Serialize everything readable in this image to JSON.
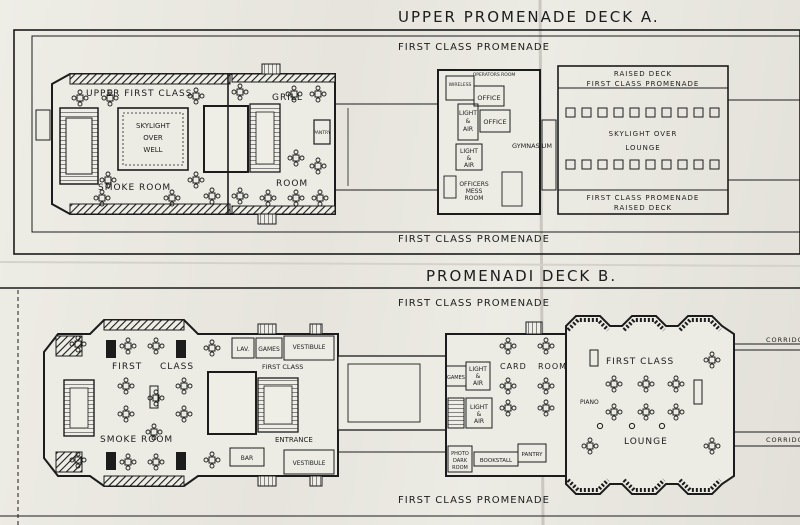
{
  "deck_a": {
    "title": "UPPER PROMENADE DECK A.",
    "promenade_top": "FIRST CLASS PROMENADE",
    "promenade_bottom": "FIRST CLASS PROMENADE",
    "smoke_room_top": "UPPER FIRST CLASS",
    "smoke_room_bottom": "SMOKE ROOM",
    "skylight_1": "SKYLIGHT",
    "skylight_2": "OVER",
    "skylight_3": "WELL",
    "grill": "GRILL",
    "grill_room": "ROOM",
    "pantry": "PANTRY",
    "wireless_1": "WIRELESS",
    "wireless_2": "OPERATORS ROOM",
    "office_1": "OFFICE",
    "office_2": "OFFICE",
    "light_air_1a": "LIGHT",
    "light_air_1b": "&",
    "light_air_1c": "AIR",
    "light_air_2a": "LIGHT",
    "light_air_2b": "&",
    "light_air_2c": "AIR",
    "gymnasium": "GYMNASIUM",
    "officers_1": "OFFICERS",
    "officers_2": "MESS",
    "officers_3": "ROOM",
    "raised_deck_top": "RAISED DECK",
    "fc_promenade_upper": "FIRST CLASS PROMENADE",
    "skylight_lounge_1": "SKYLIGHT OVER",
    "skylight_lounge_2": "LOUNGE",
    "fc_promenade_lower": "FIRST CLASS PROMENADE",
    "raised_deck_bottom": "RAISED DECK"
  },
  "deck_b": {
    "title": "PROMENADI DECK B.",
    "promenade_top": "FIRST CLASS PROMENADE",
    "promenade_bottom": "FIRST CLASS PROMENADE",
    "smoke_first": "FIRST",
    "smoke_class": "CLASS",
    "smoke_room": "SMOKE ROOM",
    "lav": "LAV.",
    "games": "GAMES",
    "vestibule_top": "VESTIBULE",
    "first_class_small": "FIRST CLASS",
    "entrance": "ENTRANCE",
    "bar": "BAR",
    "vestibule_bottom": "VESTIBULE",
    "light_air_1a": "LIGHT",
    "light_air_1b": "&",
    "light_air_1c": "AIR",
    "light_air_2a": "LIGHT",
    "light_air_2b": "&",
    "light_air_2c": "AIR",
    "games_small": "GAMES",
    "card": "CARD",
    "card_room": "ROOM",
    "photo_1": "PHOTO",
    "photo_2": "DARK",
    "photo_3": "ROOM",
    "bookstall": "BOOKSTALL",
    "pantry": "PANTRY",
    "lounge_first_class": "FIRST CLASS",
    "piano": "PIANO",
    "lounge": "LOUNGE",
    "corridor_top": "CORRIDO",
    "corridor_bottom": "CORRIDO"
  },
  "colors": {
    "paper": "#e9e7e0",
    "ink": "#1c1c1c"
  }
}
